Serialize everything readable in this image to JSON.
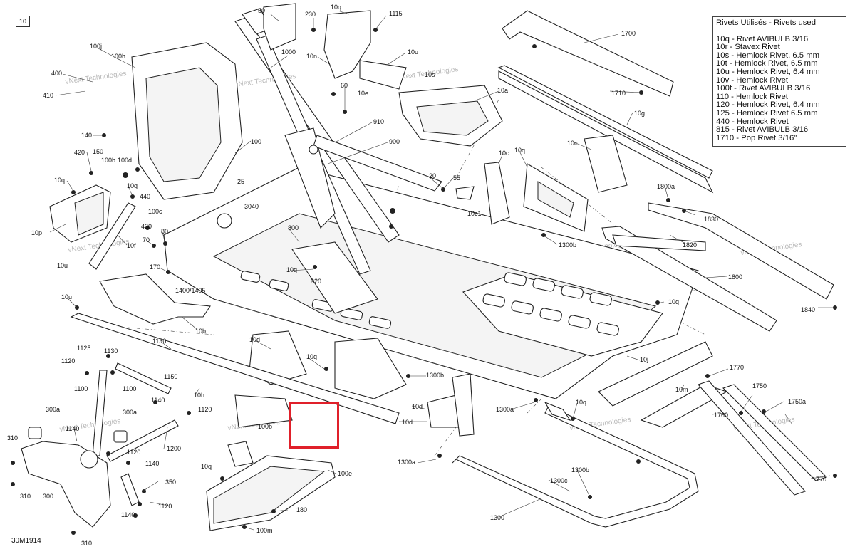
{
  "sheet_number": "10",
  "document_code": "30M1914",
  "watermark": "vNext Technologies",
  "legend": {
    "title": "Rivets Utilisés - Rivets used",
    "items": [
      "10q - Rivet AVIBULB 3/16",
      "10r - Stavex Rivet",
      "10s - Hemlock Rivet, 6.5 mm",
      "10t - Hemlock Rivet, 6.5 mm",
      "10u - Hemlock Rivet, 6.4 mm",
      "10v - Hemlock Rivet",
      "100f - Rivet AVIBULB 3/16",
      "110 - Hemlock Rivet",
      "120 - Hemlock Rivet, 6.4 mm",
      "125 - Hemlock Rivet 6.5 mm",
      "440 - Hemlock Rivet",
      "815 - Rivet AVIBULB 3/16",
      "1710 - Pop Rivet 3/16\""
    ]
  },
  "callouts": {
    "c50": "50",
    "c230": "230",
    "c10q_a": "10q",
    "c1115": "1115",
    "c1700": "1700",
    "c100j": "100j",
    "c100h": "100h",
    "c1000": "1000",
    "c10n": "10n",
    "c10u_a": "10u",
    "c400": "400",
    "c410": "410",
    "c10s": "10s",
    "c10e": "10e",
    "c60": "60",
    "c1710": "1710",
    "c10a": "10a",
    "c10g": "10g",
    "c910": "910",
    "c900": "900",
    "c140": "140",
    "c150": "150",
    "c420": "420",
    "c100b": "100b",
    "c100d": "100d",
    "c100": "100",
    "c10c_a": "10c",
    "c10q_b": "10q",
    "c10c_b": "10c",
    "c10q_c": "10q",
    "c10q_d": "10q",
    "c20": "20",
    "c55": "55",
    "c25": "25",
    "c3040": "3040",
    "c440": "440",
    "c100c": "100c",
    "c430": "430",
    "c10c1": "10c1",
    "c1800a": "1800a",
    "c1830": "1830",
    "c10p": "10p",
    "c10f": "10f",
    "c80": "80",
    "c70": "70",
    "c800": "800",
    "c1300b_a": "1300b",
    "c1820": "1820",
    "c10u_b": "10u",
    "c170": "170",
    "c10q_e": "10q",
    "c920": "920",
    "c1400": "1400/1405",
    "c1800": "1800",
    "c10u_c": "10u",
    "c10q_f": "10q",
    "c10b": "10b",
    "c1840": "1840",
    "c1130": "1130",
    "c10d_a": "10d",
    "c1125": "1125",
    "c1130b": "1130",
    "c1120_a": "1120",
    "c10q_g": "10q",
    "c1300b_b": "1300b",
    "c10j": "10j",
    "c1770_a": "1770",
    "c1100_a": "1100",
    "c1100_b": "1100",
    "c1150": "1150",
    "c10h": "10h",
    "c10m": "10m",
    "c1750": "1750",
    "c300a_a": "300a",
    "c300a_b": "300a",
    "c1140_a": "1140",
    "c1120_b": "1120",
    "c10d_b": "10d",
    "c1300a_a": "1300a",
    "c10q_h": "10q",
    "c1760": "1760",
    "c1750a": "1750a",
    "c1140_b": "1140",
    "c100e_b": "100b",
    "c10d_c": "10d",
    "c310_a": "310",
    "c1200": "1200",
    "c1120_c": "1120",
    "c10q_i": "10q",
    "c100e": "100e",
    "c1300a_b": "1300a",
    "c1140_c": "1140",
    "c350": "350",
    "c300": "300",
    "c310_b": "310",
    "c1120_d": "1120",
    "c1140_d": "1140",
    "c180": "180",
    "c100m": "100m",
    "c1300b_c": "1300b",
    "c1300c": "1300c",
    "c1300": "1300",
    "c1770_b": "1770",
    "c310_c": "310"
  }
}
